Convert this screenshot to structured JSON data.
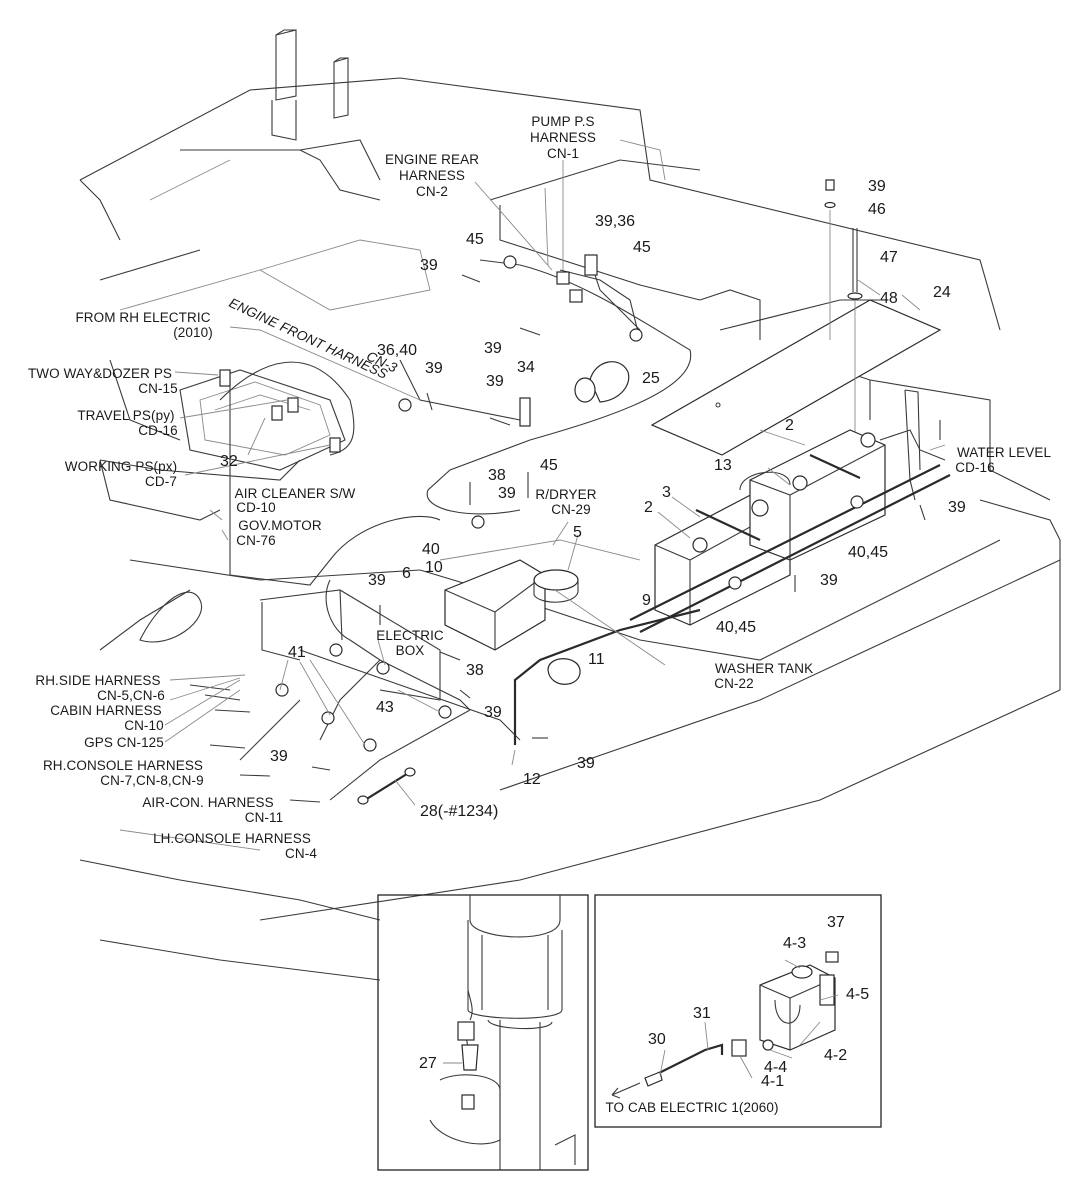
{
  "connector_labels": {
    "pump_ps_1": "PUMP P.S",
    "pump_ps_2": "HARNESS",
    "pump_ps_3": "CN-1",
    "engine_rear_1": "ENGINE REAR",
    "engine_rear_2": "HARNESS",
    "engine_rear_3": "CN-2",
    "from_rh_1": "FROM RH ELECTRIC",
    "from_rh_2": "(2010)",
    "engine_front_1": "ENGINE FRONT HARNESS",
    "engine_front_2": "CN-3",
    "two_way_1": "TWO WAY&DOZER PS",
    "two_way_2": "CN-15",
    "travel_1": "TRAVEL PS(py)",
    "travel_2": "CD-16",
    "working_1": "WORKING PS(px)",
    "working_2": "CD-7",
    "air_cleaner_1": "AIR CLEANER S/W",
    "air_cleaner_2": "CD-10",
    "gov_motor_1": "GOV.MOTOR",
    "gov_motor_2": "CN-76",
    "water_level_1": "WATER LEVEL",
    "water_level_2": "CD-16",
    "rdryer_1": "R/DRYER",
    "rdryer_2": "CN-29",
    "electric_box_1": "ELECTRIC",
    "electric_box_2": "BOX",
    "washer_tank_1": "WASHER TANK",
    "washer_tank_2": "CN-22",
    "rh_side_1": "RH.SIDE HARNESS",
    "rh_side_2": "CN-5,CN-6",
    "cabin_1": "CABIN HARNESS",
    "cabin_2": "CN-10",
    "gps": "GPS CN-125",
    "rh_console_1": "RH.CONSOLE HARNESS",
    "rh_console_2": "CN-7,CN-8,CN-9",
    "aircon_1": "AIR-CON. HARNESS",
    "aircon_2": "CN-11",
    "lh_console_1": "LH.CONSOLE HARNESS",
    "lh_console_2": "CN-4",
    "to_cab": "TO CAB ELECTRIC 1(2060)"
  },
  "part_numbers": {
    "p39_a": "39",
    "p46": "46",
    "p47": "47",
    "p48": "48",
    "p24": "24",
    "p39_36": "39,36",
    "p45_a": "45",
    "p45_b": "45",
    "p45_c": "45",
    "p39_b": "39",
    "p39_c": "39",
    "p39_d": "39",
    "p36_40": "36,40",
    "p39_e": "39",
    "p34": "34",
    "p25": "25",
    "p32": "32",
    "p38_a": "38",
    "p39_f": "39",
    "p40": "40",
    "p10": "10",
    "p5": "5",
    "p6": "6",
    "p9": "9",
    "p2_a": "2",
    "p2_b": "2",
    "p3": "3",
    "p13": "13",
    "p39_g": "39",
    "p40_45_a": "40,45",
    "p40_45_b": "40,45",
    "p39_h": "39",
    "p39_i": "39",
    "p41": "41",
    "p38_b": "38",
    "p43": "43",
    "p39_j": "39",
    "p11": "11",
    "p39_k": "39",
    "p12": "12",
    "p39_l": "39",
    "p28": "28(-#1234)",
    "p27": "27",
    "p37": "37",
    "p4_3": "4-3",
    "p4_5": "4-5",
    "p4_2": "4-2",
    "p4_4": "4-4",
    "p4_1": "4-1",
    "p30": "30",
    "p31": "31"
  }
}
